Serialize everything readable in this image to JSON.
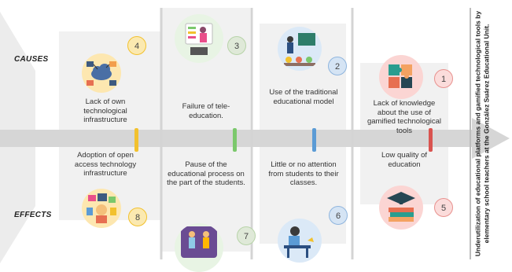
{
  "row_labels": {
    "causes": "CAUSES",
    "effects": "EFFECTS"
  },
  "side_title": "Underutilization of educational platforms and gamified technological tools by elementary school teachers at the González Suárez Educational Unit.",
  "colors": {
    "panel": "#f2f2f2",
    "spine": "#d9d9d9",
    "tick_4": "#f2c12e",
    "tick_3": "#7bc86c",
    "tick_2": "#5b9bd5",
    "tick_1": "#d9534f"
  },
  "causes": [
    {
      "number": "4",
      "text": "Lack of own technological infrastructure",
      "icon": "cloud-network-icon"
    },
    {
      "number": "3",
      "text": "Failure of tele-education.",
      "icon": "online-teacher-icon"
    },
    {
      "number": "2",
      "text": "Use of the traditional educational model",
      "icon": "classroom-teacher-icon"
    },
    {
      "number": "1",
      "text": "Lack of knowledge about the use of gamified technological tools",
      "icon": "puzzle-icon"
    }
  ],
  "effects": [
    {
      "number": "8",
      "text": "Adoption of open access technology infrastructure",
      "icon": "media-devices-icon"
    },
    {
      "number": "7",
      "text": "Pause of the educational process on the part of the students.",
      "icon": "students-icon"
    },
    {
      "number": "6",
      "text": "Little or no attention from students to their classes.",
      "icon": "sleeping-student-icon"
    },
    {
      "number": "5",
      "text": "Low quality of education",
      "icon": "graduation-books-icon"
    }
  ]
}
